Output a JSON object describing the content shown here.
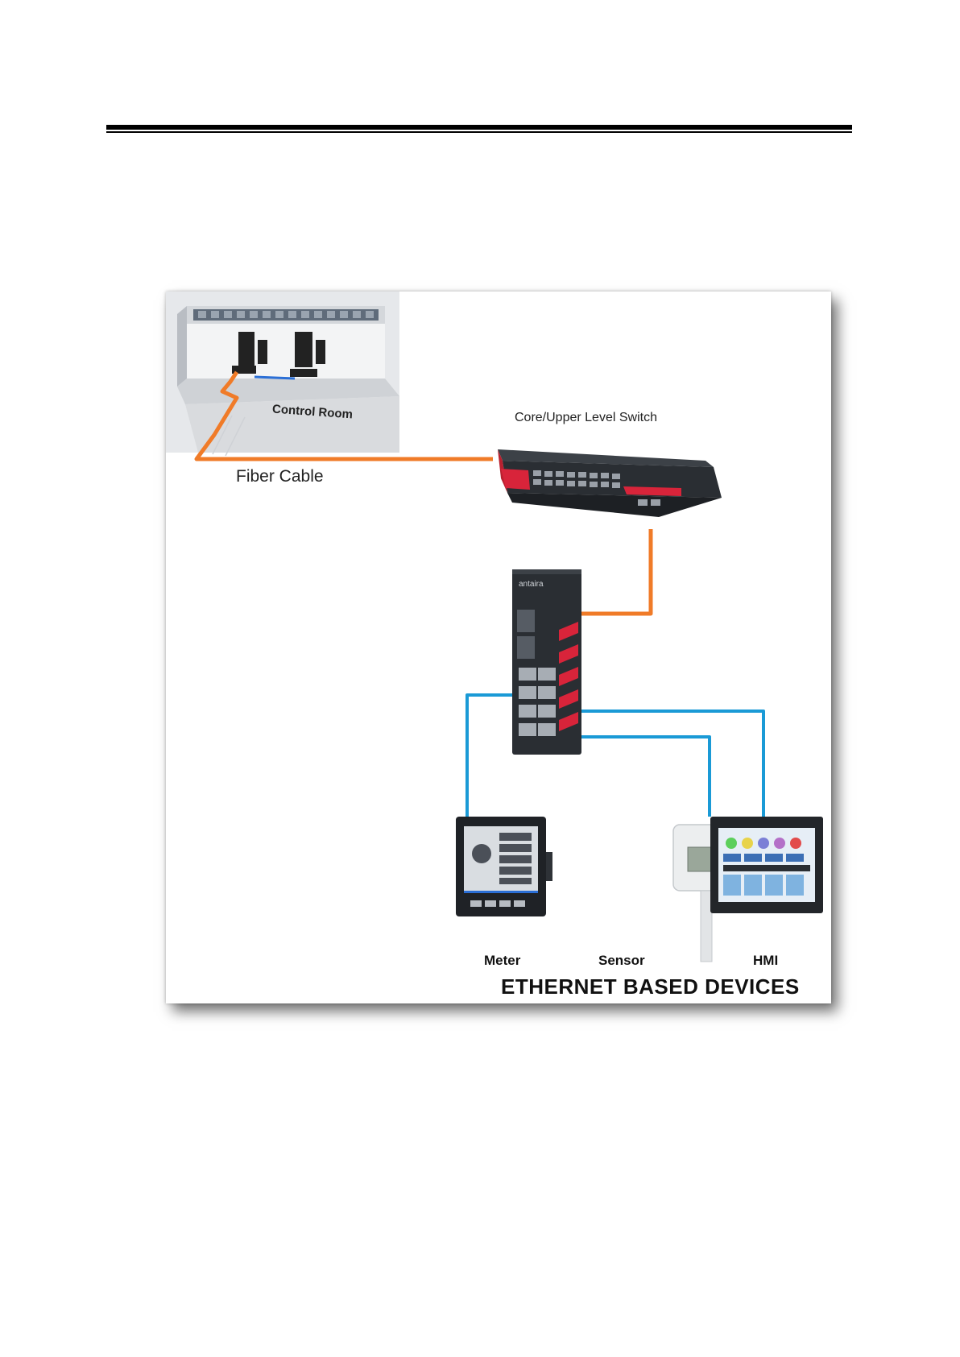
{
  "diagram": {
    "labels": {
      "control_room": "Control Room",
      "core_switch": "Core/Upper Level Switch",
      "fiber_cable": "Fiber Cable",
      "meter": "Meter",
      "sensor": "Sensor",
      "hmi": "HMI",
      "ethernet_devices": "ETHERNET BASED DEVICES"
    },
    "switch_brand": "antaira",
    "colors": {
      "fiber": "#f07b28",
      "ethernet": "#1a9ad6",
      "switch_body": "#2a2e33",
      "switch_accent": "#d8243a",
      "room_wall": "#c9ccd1"
    }
  }
}
